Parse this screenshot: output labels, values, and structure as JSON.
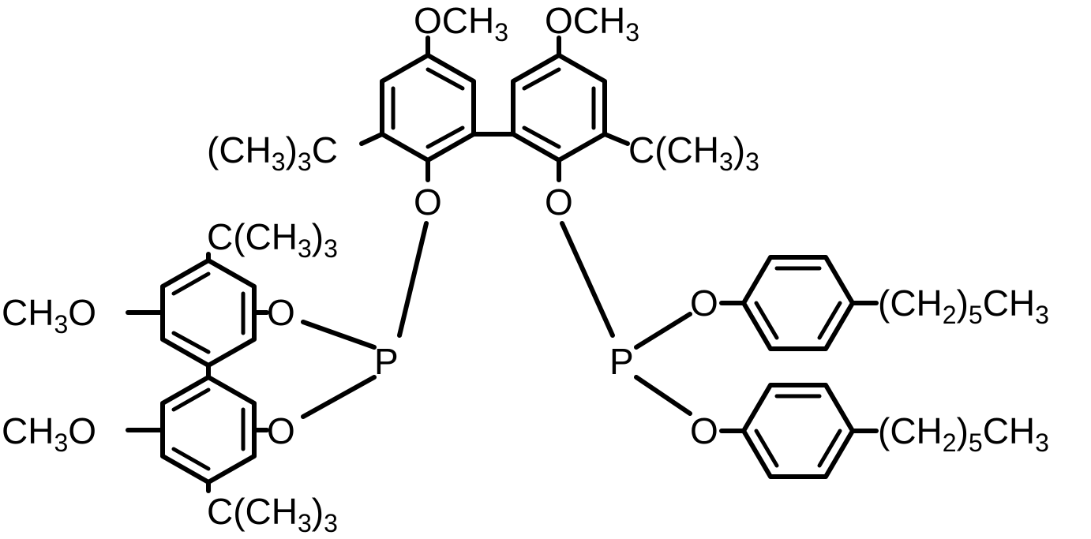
{
  "labels": {
    "ome_top_left": {
      "main": "OCH",
      "sub": "3"
    },
    "ome_top_right": {
      "main": "OCH",
      "sub": "3"
    },
    "tbu_top_left": {
      "p1": "(CH",
      "s1": "3",
      "p2": ")",
      "s2": "3",
      "p3": "C"
    },
    "tbu_top_right": {
      "p1": "C(CH",
      "s1": "3",
      "p2": ")",
      "s2": "3"
    },
    "o_top_left": "O",
    "o_top_right": "O",
    "tbu_mid_left": {
      "p1": "C(CH",
      "s1": "3",
      "p2": ")",
      "s2": "3"
    },
    "ome_mid_left": {
      "p1": "CH",
      "s1": "3",
      "p2": "O"
    },
    "o_ring_upper": "O",
    "p_left": "P",
    "ome_low_left": {
      "p1": "CH",
      "s1": "3",
      "p2": "O"
    },
    "o_ring_lower": "O",
    "tbu_bottom_left": {
      "p1": "C(CH",
      "s1": "3",
      "p2": ")",
      "s2": "3"
    },
    "p_right": "P",
    "o_aryl_upper": "O",
    "o_aryl_lower": "O",
    "hexyl_upper": {
      "p1": "(CH",
      "s1": "2",
      "p2": ")",
      "s2": "5",
      "p3": "CH",
      "s3": "3"
    },
    "hexyl_lower": {
      "p1": "(CH",
      "s1": "2",
      "p2": ")",
      "s2": "5",
      "p3": "CH",
      "s3": "3"
    }
  }
}
